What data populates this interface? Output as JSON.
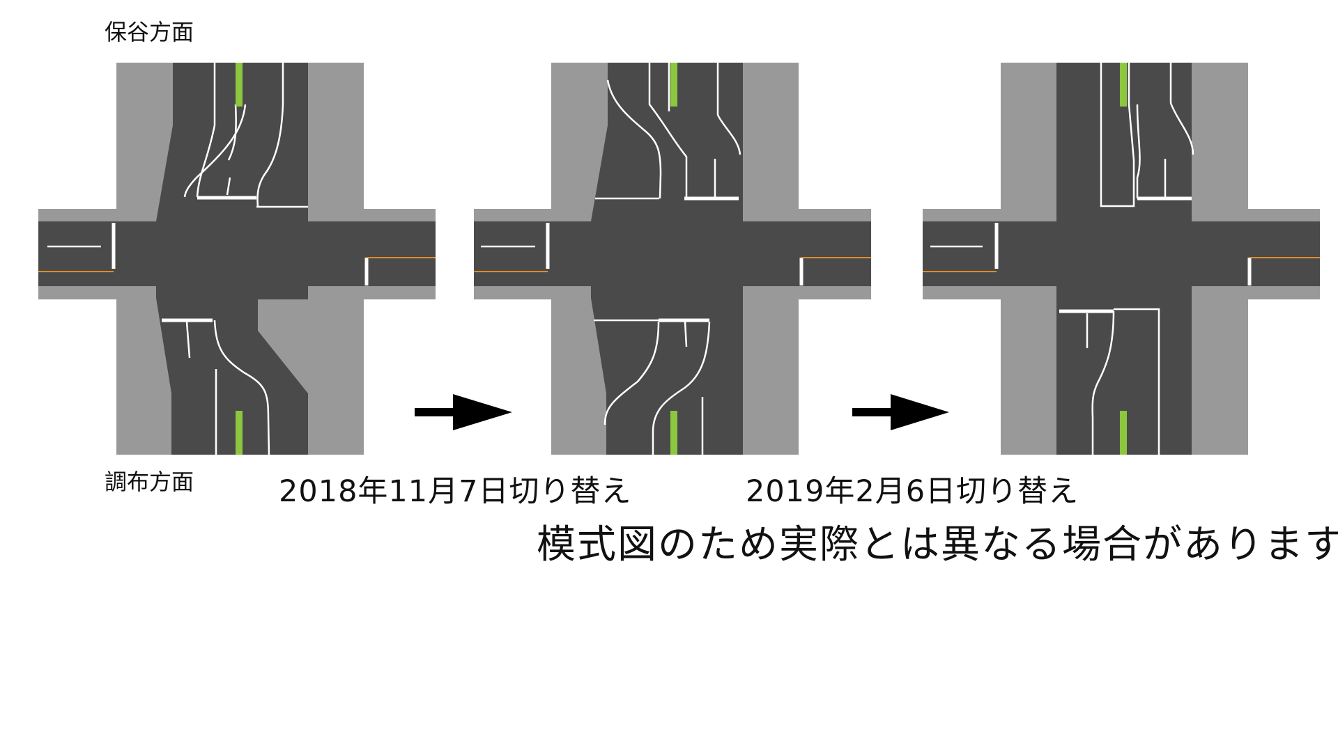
{
  "labels": {
    "north_direction": "保谷方面",
    "south_direction": "調布方面"
  },
  "captions": {
    "stage2": "2018年11月7日切り替え",
    "stage3": "2019年2月6日切り替え"
  },
  "disclaimer": "模式図のため実際とは異なる場合があります",
  "colors": {
    "road": "#4a4a4a",
    "sidewalk": "#999999",
    "lane_line": "#ffffff",
    "center_line": "#e08a2c",
    "median": "#8dc63f",
    "arrow": "#000000"
  }
}
